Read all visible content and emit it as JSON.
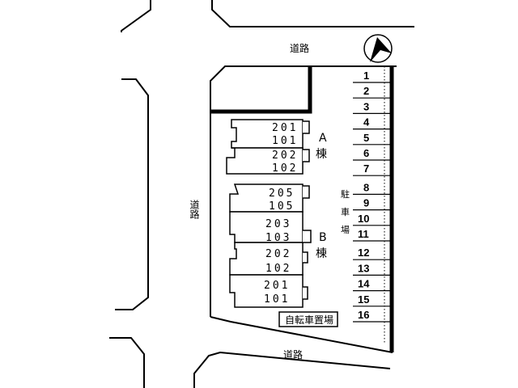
{
  "roads": {
    "north": "道路",
    "west": "道路",
    "south": "道路"
  },
  "buildings": {
    "a": {
      "label": "A",
      "suffix": "棟",
      "units": [
        {
          "upper": "201",
          "lower": "101"
        },
        {
          "upper": "202",
          "lower": "102"
        }
      ]
    },
    "b": {
      "label": "B",
      "suffix": "棟",
      "units": [
        {
          "upper": "205",
          "lower": "105"
        },
        {
          "upper": "203",
          "lower": "103"
        },
        {
          "upper": "202",
          "lower": "102"
        },
        {
          "upper": "201",
          "lower": "101"
        }
      ]
    }
  },
  "bicycle_parking": "自転車置場",
  "parking": {
    "label": "駐車場",
    "slots": [
      "1",
      "2",
      "3",
      "4",
      "5",
      "6",
      "7",
      "8",
      "9",
      "10",
      "11",
      "12",
      "13",
      "14",
      "15",
      "16"
    ]
  },
  "compass": "north-arrow-icon"
}
